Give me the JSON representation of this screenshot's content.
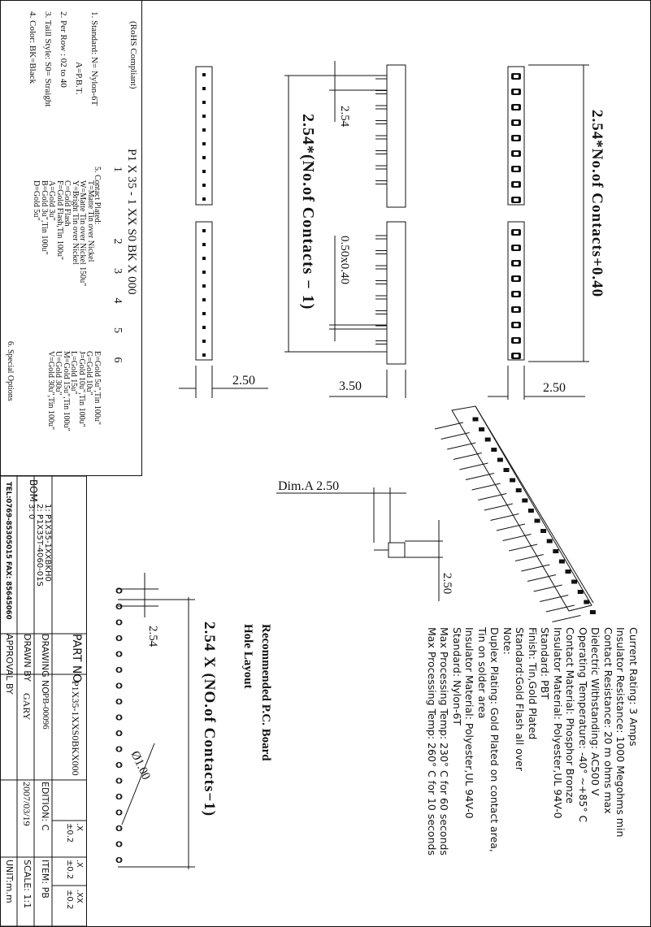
{
  "legend": {
    "rohs": "(RoHS Compliant)",
    "items": [
      "1. Standard:  N= Nylon-6T",
      "A=P.B.T.",
      "2. Per Row :  02 to 40",
      "3. Taill Style:  S0= Straight",
      "4. Color:  BK=Black"
    ],
    "part_code": "P1  X  35  -  1  XX  S0  BK  X  000",
    "part_code_indices": [
      "1",
      "2",
      "3",
      "4",
      "5",
      "6"
    ],
    "contact_plated_title": "5. Contact Plated:",
    "contact_plated_col1": [
      "T=Matte Tin over Nickel",
      "W=Matte Tin over Nickel 150u\"",
      "Y=Bright Tin over Nickel",
      "C=Gold Flash",
      "F=Gold Flash,Tin 100u\"",
      "A=Gold 3u\"",
      "B=Gold 3u\",Tin 100u\"",
      "D=Gold 5u\""
    ],
    "contact_plated_col2": [
      "E=Gold 5u\",Tin 100u\"",
      "G=Gold 10u\"",
      "J=Gold 10u\",Tin 100u\"",
      "L=Gold 15u\"",
      "M=Gold 15u\",Tin 100u\"",
      "U=Gold 30u\"",
      "V=Gold 30u\",Tin 100u\""
    ],
    "special_options": "6. Special Options"
  },
  "dimensions": {
    "pitch_label": "2.54",
    "length_formula": "2.54*(No.of Contacts − 1)",
    "length_formula_top": "2.54*No.of Contacts+0.40",
    "pin_size": "0.50x0.40",
    "tail_350": "3.50",
    "tail_250_a": "2.50",
    "tail_250_b": "2.50",
    "dim_a": "Dim.A 2.50",
    "dim_250_c": "2.50"
  },
  "specs": {
    "lines": [
      "Current Rating:                           3 Amps",
      "Insulator Resistance:          1000 Megohms min",
      "Contact Resistance:  20 m ohms max",
      "Dielectric Withstanding: AC500 V",
      "Operating Temperature: -40° ~+85° C",
      "Contact Material:            Phosphor Bronze",
      "Insulator Material:     Polyester,UL 94V-0",
      "                                          Standard: PBT",
      "Finish: Tin,Gold Plated",
      "Standard:Gold Flash all over",
      "          Note:",
      "Duplex Plating: Gold Plated on contact area,",
      "                       Tin on solder area",
      "Insulator Material:   Polyester,UL 94V-0",
      "                            Standard: Nylon-6T",
      "Max Processing Temp: 230° C for 60 seconds",
      "Max Processing Temp: 260° C for 10 seconds"
    ]
  },
  "pcb": {
    "title1": "Recommended P.C. Board",
    "title2": "Hole Layout",
    "formula": "2.54  X  (NO.of  Contacts−1)",
    "pitch": "2.54",
    "hole": "Ø1.00"
  },
  "title_block": {
    "bom_label": "BOM",
    "bom_rows": [
      "1:  P1X35-1XXBKH0",
      "2:  P1X35T-4060-01S",
      "3:  0"
    ],
    "tel": "TEL:0769-85305015    FAX: 85645060",
    "part_no_label": "PART  NO",
    "part_no_value": "P1X35-1XXS0BKX000",
    "drawing_no_label": "DRAWING  NO",
    "drawing_no_value": "PB-00096",
    "edition_label": "EDITION:  C",
    "drawn_by_label": "DRAWN  BY",
    "drawn_by_value": "GARY",
    "date_value": "2007/03/19",
    "approval_label": "APPROVAL  BY",
    "tol_x": ".X\n±0.2",
    "tol_xx": ".X\n±0.2",
    "tol_xxx": ".XX\n±0.2",
    "item_label": "ITEM:  PB",
    "scale_label": "SCALE:  1:1",
    "unit_label": "UNIT:m.m"
  }
}
